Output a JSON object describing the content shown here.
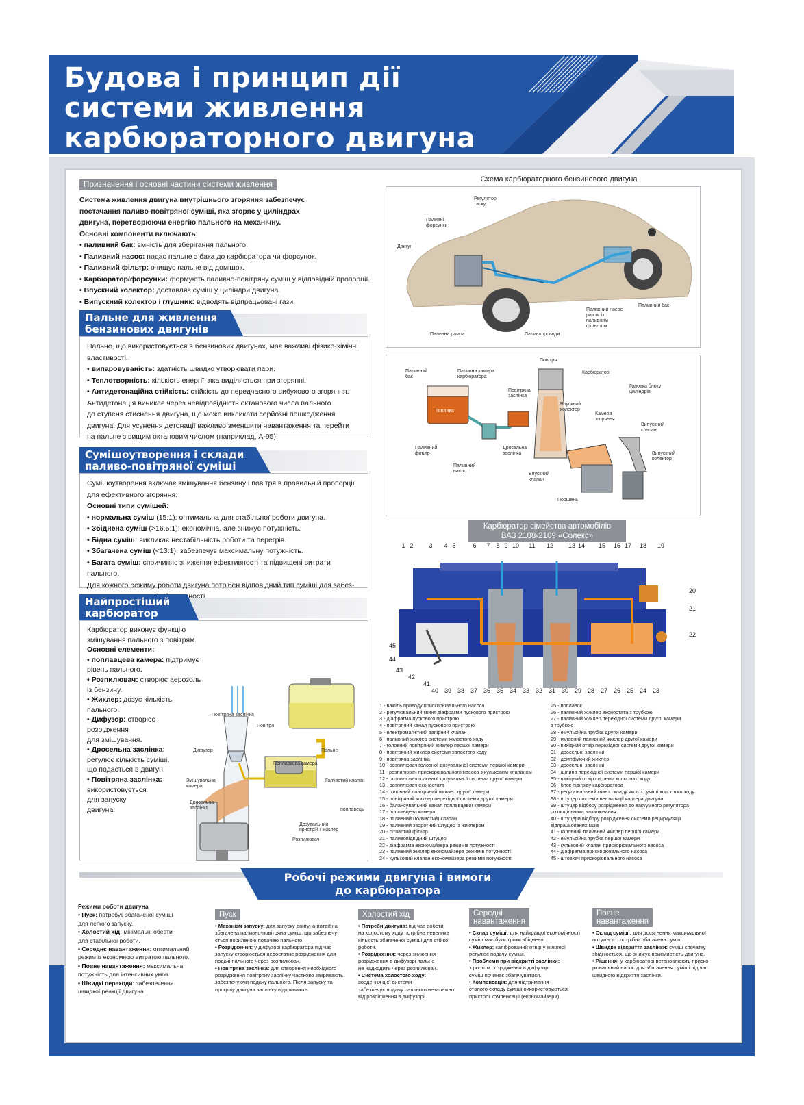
{
  "title": {
    "line1": "Будова і принцип дії",
    "line2": "системи живлення",
    "line3": "карбюраторного двигуна"
  },
  "colors": {
    "brand_blue": "#2456a6",
    "section_gray": "#8d9096",
    "fuel_orange": "#e07a1c",
    "fuel_line_blue": "#3aa0d8"
  },
  "purpose": {
    "heading": "Призначення і основні частини системи живлення",
    "intro1": "Система живлення двигуна внутрішнього згоряння забезпечує",
    "intro2": "постачання паливо-повітряної суміші, яка згоряє у циліндрах",
    "intro3": "двигуна, перетворюючи енергію пального на механічну.",
    "intro4": "Основні компоненти включають:",
    "items": [
      {
        "term": "• паливний бак:",
        "text": " ємність для зберігання пального."
      },
      {
        "term": "• Паливний насос:",
        "text": " подає пальне з бака до карбюратора чи форсунок."
      },
      {
        "term": "• Паливний фільтр:",
        "text": " очищує пальне від домішок."
      },
      {
        "term": "• Карбюратор/форсунки:",
        "text": " формують паливно-повітряну суміш у відповідній пропорції."
      },
      {
        "term": "• Впускний колектор:",
        "text": " доставляє суміш у циліндри двигуна."
      },
      {
        "term": "• Випускний колектор і глушник:",
        "text": " відводять відпрацьовані гази."
      }
    ]
  },
  "fuel": {
    "heading1": "Пальне для живлення",
    "heading2": "бензинових двигунів",
    "p1": "Пальне, що використовується в бензинових двигунах, має важливі фізико-хімічні",
    "p2": "властивості:",
    "items": [
      {
        "term": "• випаровуваність:",
        "text": " здатність швидко утворювати пари."
      },
      {
        "term": "• Теплотворність:",
        "text": " кількість енергії, яка виділяється при згорянні."
      },
      {
        "term": "• Антидетонаційна стійкість:",
        "text": " стійкість до передчасного вибухового згоряння."
      }
    ],
    "p3": "Антидетонація виникає через невідповідність октанового числа пального",
    "p4": "до ступеня стиснення двигуна, що може викликати серйозні пошкодження",
    "p5": "двигуна. Для усунення детонації важливо зменшити навантаження та перейти",
    "p6": "на пальне з вищим октановим числом (наприклад, А-95)."
  },
  "mixture": {
    "heading1": "Сумішоутворення і склади",
    "heading2": "паливо-повітряної суміші",
    "p1": "Сумішоутворення включає змішування бензину і повітря в правильній пропорції",
    "p2": "для ефективного згоряння.",
    "p3": "Основні типи сумішей:",
    "items": [
      {
        "term": "• нормальна суміш",
        "text": " (15:1): оптимальна для стабільної роботи двигуна."
      },
      {
        "term": "• Збіднена суміш",
        "text": " (>16,5:1): економічна, але знижує потужність."
      },
      {
        "term": "• Бідна суміш:",
        "text": " викликає нестабільність роботи та перегрів."
      },
      {
        "term": "• Збагачена суміш",
        "text": " (<13:1): забезпечує максимальну потужність."
      },
      {
        "term": "• Багата суміш:",
        "text": " спричиняє зниження ефективності та підвищені витрати пального."
      }
    ],
    "p4": "Для кожного режиму роботи двигуна потрібен відповідний тип суміші для забез-",
    "p5": "печення оптимальної ефективності."
  },
  "simple": {
    "heading1": "Найпростіший",
    "heading2": "карбюратор",
    "lines": [
      "Карбюратор виконує функцію",
      "змішування пального з повітрям."
    ],
    "sub": "Основні елементи:",
    "items": [
      {
        "term": "• поплавцева камера:",
        "text": " підтримує",
        "cont": [
          "рівень пального."
        ]
      },
      {
        "term": "• Розпилювач:",
        "text": " створює аерозоль",
        "cont": [
          "із бензину."
        ]
      },
      {
        "term": "• Жиклер:",
        "text": " дозує кількість",
        "cont": [
          "пального."
        ]
      },
      {
        "term": "• Дифузор:",
        "text": " створює",
        "cont": [
          "розрідження",
          "для змішування."
        ]
      },
      {
        "term": "• Дросельна заслінка:",
        "text": "",
        "cont": [
          "регулює кількість суміші,",
          "що подається в двигун."
        ]
      },
      {
        "term": "• Повітряна заслінка:",
        "text": "",
        "cont": [
          "використовується",
          "для запуску",
          "двигуна."
        ]
      }
    ],
    "diagram_labels": {
      "air_damper": "Повітряна заслінка",
      "air": "Повітря",
      "diffuser": "Дифузор",
      "float_chamber": "Поплавкова камера",
      "fuel": "Пальне",
      "needle": "Голчастий клапан",
      "mix_chamber": "Змішувальна камера",
      "throttle": "Дросельна заслінка",
      "float": "поплавець",
      "dosing": "Дозувальний пристрій / жиклер",
      "sprayer": "Розпилювач"
    }
  },
  "car_scheme": {
    "caption": "Схема карбюраторного бензинового двигуна",
    "labels": {
      "regulator": "Регулятор тиску",
      "injectors": "Паливні форсунки",
      "engine": "Двигун",
      "rail": "Паливна рампа",
      "pipes": "Паливопроводи",
      "pump": "Паливний насос разом із паливним фільтром",
      "tank": "Паливний бак"
    }
  },
  "flow_scheme": {
    "labels": {
      "tank": "Паливний бак",
      "fuel_chamber": "Паливна камера карбюратора",
      "air": "Повітря",
      "carb": "Карбюратор",
      "air_damper": "Повітряна заслінка",
      "intake_manifold": "Впускний колектор",
      "head": "Головка блоку циліндрів",
      "combustion": "Камера згоряння",
      "exhaust_valve": "Випускний клапан",
      "fuel_text": "Топливо",
      "filter": "Паливний фільтр",
      "throttle": "Дросельна заслінка",
      "exhaust_manifold": "Випускний колектор",
      "pump": "Паливний насос",
      "intake_valve": "Впускний клапан",
      "piston": "Поршень"
    }
  },
  "solex": {
    "caption1": "Карбюратор сімейства автомобілів",
    "caption2": "ВАЗ 2108-2109 «Солекс»",
    "top_numbers": [
      "1",
      "2",
      "3",
      "4",
      "5",
      "6",
      "7",
      "8",
      "9",
      "10",
      "11",
      "12",
      "13",
      "14",
      "15",
      "16",
      "17",
      "18",
      "19"
    ],
    "right_numbers": [
      "20",
      "21",
      "22"
    ],
    "bottom_numbers": [
      "40",
      "39",
      "38",
      "37",
      "36",
      "35",
      "34",
      "33",
      "32",
      "31",
      "30",
      "29",
      "28",
      "27",
      "26",
      "25",
      "24",
      "23"
    ],
    "left_numbers": [
      "45",
      "44",
      "43",
      "42",
      "41"
    ],
    "legend_left": [
      "1 - важіль приводу прискорювального насоса",
      "2 - регулювальний гвинт діафрагми пускового пристрою",
      "3 - діафрагма пускового пристрою",
      "4 - повітряний канал пускового пристрою",
      "5 - електромагнітний запірний клапан",
      "6 - паливний жиклер системи холостого ходу",
      "7 - головний повітряний жиклер першої камери",
      "8 - повітряний жиклер системи холостого ходу",
      "9 - повітряна заслінка",
      "10 - розпилювач головної дозувальної системи першої камери",
      "11 - розпилювач прискорювального насоса з кульковим клапаном",
      "12 - розпилювач головної дозувальної системи другої камери",
      "13 - розпилювач еконостата",
      "14 - головний повітряний жиклер другої камери",
      "15 - повітряний жиклер перехідної системи другої камери",
      "16 - балансувальний канал поплавцевої камери",
      "17 - поплавцева камера",
      "18 - паливний (голчастий) клапан",
      "19 - паливний зворотний штуцер із жиклером",
      "20 - сітчастий фільтр",
      "21 - паливопідвідний штуцер",
      "22 - діафрагма економайзера режимів потужності",
      "23 - паливний жиклер економайзера режимів потужності",
      "24 - кульковий клапан економайзера режимів потужності"
    ],
    "legend_right": [
      "25 - поплавок",
      "26 - паливний жиклер еконостата з трубкою",
      "27 - паливний жиклер перехідної системи другої камери",
      "з трубкою",
      "28 - емульсійна трубка другої камери",
      "29 - головний паливний жиклер другої камери",
      "30 - вихідний отвір перехідної системи другої камери",
      "31 - дросельні заслінки",
      "32 - демпфуючий жиклер",
      "33 - дросельні заслінки",
      "34 - щілина перехідної системи першої камери",
      "35 - вихідний отвір системи холостого ходу",
      "36 - блок підігріву карбюратора",
      "37 - регулювальний гвинт складу якості суміші холостого ходу",
      "38 - штуцер системи вентиляції картера двигуна",
      "39 - штуцер відбору розрідження до вакуумного регулятора",
      "розподільника запалювання",
      "40 - штуцери відбору розрідження системи рециркуляції",
      "відпрацьованих газів",
      "41 - головний паливний жиклер першої камери",
      "42 - емульсійна трубка першої камери",
      "43 - кульковий клапан прискорювального насоса",
      "44 - діафрагма прискорювального насоса",
      "45 - штовхач прискорювального насоса"
    ]
  },
  "modes": {
    "banner1": "Робочі режими двигуна і вимоги",
    "banner2": "до карбюратора",
    "overview": {
      "heading": "Режими роботи двигуна",
      "lines": [
        {
          "term": "• Пуск:",
          "text": " потребує збагаченої суміші"
        },
        {
          "term": "",
          "text": "для легкого запуску."
        },
        {
          "term": "• Холостий хід:",
          "text": " мінімальні оберти"
        },
        {
          "term": "",
          "text": "для стабільної роботи."
        },
        {
          "term": "• Середнє навантаження:",
          "text": " оптимальний"
        },
        {
          "term": "",
          "text": "режим із економною витратою пального."
        },
        {
          "term": "• Повне навантаження:",
          "text": " максимальна"
        },
        {
          "term": "",
          "text": "потужність для інтенсивних умов."
        },
        {
          "term": "• Швидкі переходи:",
          "text": " забезпечення"
        },
        {
          "term": "",
          "text": "швидкої реакції двигуна."
        }
      ]
    },
    "start": {
      "tag": "Пуск",
      "lines": [
        {
          "term": "• Механізм запуску:",
          "text": " для запуску двигуна потрібна"
        },
        {
          "term": "",
          "text": "збагачена паливно-повітряна суміш, що забезпечу-"
        },
        {
          "term": "",
          "text": "ється посиленою подачею пального."
        },
        {
          "term": "• Розрідження:",
          "text": " у дифузорі карбюратора під час"
        },
        {
          "term": "",
          "text": "запуску створюється недостатнє розрідження для"
        },
        {
          "term": "",
          "text": "подачі пального через розпилювач."
        },
        {
          "term": "• Повітряна заслінка:",
          "text": " для створення необхідного"
        },
        {
          "term": "",
          "text": "розрідження повітряну заслінку частково закривають,"
        },
        {
          "term": "",
          "text": "забезпечуючи подачу пального. Після запуску та"
        },
        {
          "term": "",
          "text": "прогріву двигуна заслінку відкривають."
        }
      ]
    },
    "idle": {
      "tag": "Холостий хід",
      "lines": [
        {
          "term": "• Потреби двигуна:",
          "text": " під час роботи"
        },
        {
          "term": "",
          "text": "на холостому ходу потрібна невелика"
        },
        {
          "term": "",
          "text": "кількість збагаченої суміші для стійкої"
        },
        {
          "term": "",
          "text": "роботи."
        },
        {
          "term": "• Розрідження:",
          "text": " через зниження"
        },
        {
          "term": "",
          "text": "розрідження в дифузорі пальне"
        },
        {
          "term": "",
          "text": "не надходить через розпилювач."
        },
        {
          "term": "• Система холостого ходу:",
          "text": ""
        },
        {
          "term": "",
          "text": "введення цієї системи"
        },
        {
          "term": "",
          "text": "забезпечує подачу пального незалежно"
        },
        {
          "term": "",
          "text": "від розрідження в дифузорі."
        }
      ]
    },
    "medium": {
      "tag1": "Середні",
      "tag2": "навантаження",
      "lines": [
        {
          "term": "• Склад суміші:",
          "text": " для найкращої економічності"
        },
        {
          "term": "",
          "text": "суміш має бути трохи збіднено."
        },
        {
          "term": "• Жиклер:",
          "text": " калібрований отвір у жиклері"
        },
        {
          "term": "",
          "text": "регулює подачу суміші."
        },
        {
          "term": "• Проблеми при відкритті заслінки:",
          "text": ""
        },
        {
          "term": "",
          "text": "з ростом розрідження в дифузорі"
        },
        {
          "term": "",
          "text": "суміш починає збагачуватися."
        },
        {
          "term": "• Компенсація:",
          "text": " для підтримання"
        },
        {
          "term": "",
          "text": "сталого складу суміші використовуються"
        },
        {
          "term": "",
          "text": "пристрої компенсації (економайзери)."
        }
      ]
    },
    "full": {
      "tag1": "Повне",
      "tag2": "навантаження",
      "lines": [
        {
          "term": "• Склад суміші:",
          "text": " для досягнення максимальної"
        },
        {
          "term": "",
          "text": "потужності потрібна збагачена суміш."
        },
        {
          "term": "• Швидке відкриття заслінки:",
          "text": " суміш спочатку"
        },
        {
          "term": "",
          "text": "збіднюється, що знижує приємистість двигуна."
        },
        {
          "term": "• Рішення:",
          "text": " у карбюраторі встановлюють приско-"
        },
        {
          "term": "",
          "text": "рювальний насос для збагачення суміші під час"
        },
        {
          "term": "",
          "text": "швидкого відкриття заслінки."
        }
      ]
    }
  }
}
